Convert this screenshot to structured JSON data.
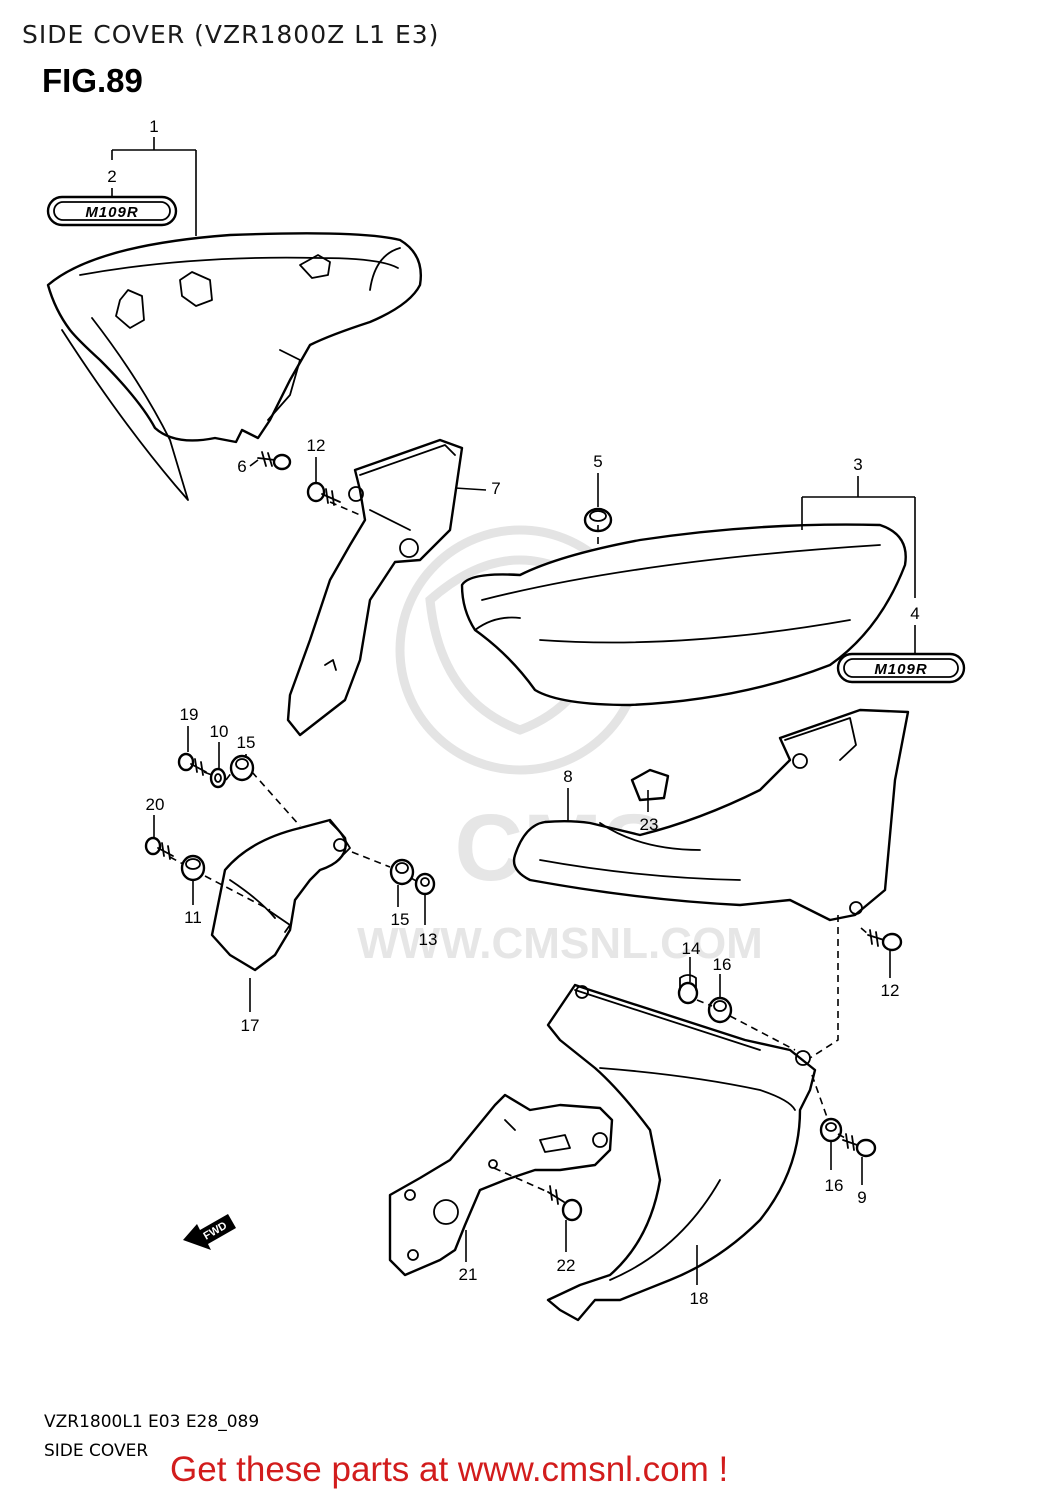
{
  "header": {
    "page_title": "SIDE COVER (VZR1800Z L1 E3)",
    "figure_label": "FIG.89"
  },
  "diagram": {
    "badge_text": "M109R",
    "fwd_arrow_text": "FWD",
    "watermark_text": "WWW.CMSNL.COM",
    "watermark_logo_text": "CMS",
    "callouts": {
      "c1": "1",
      "c2": "2",
      "c3": "3",
      "c4": "4",
      "c5": "5",
      "c6": "6",
      "c7": "7",
      "c8": "8",
      "c9": "9",
      "c10": "10",
      "c11": "11",
      "c12a": "12",
      "c12b": "12",
      "c13": "13",
      "c14": "14",
      "c15a": "15",
      "c15b": "15",
      "c16a": "16",
      "c16b": "16",
      "c17": "17",
      "c18": "18",
      "c19": "19",
      "c20": "20",
      "c21": "21",
      "c22": "22",
      "c23": "23"
    }
  },
  "footer": {
    "diagram_code": "VZR1800L1 E03 E28_089",
    "diagram_name": "SIDE COVER",
    "cta_link": "Get these parts at www.cmsnl.com !"
  },
  "colors": {
    "cta_red": "#d21c1c",
    "watermark_grey": "#e6e6e6",
    "line_black": "#000000"
  }
}
